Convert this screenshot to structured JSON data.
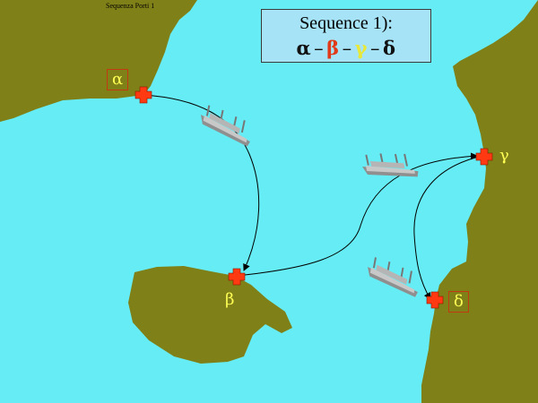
{
  "header_note": "Sequenza Porti 1",
  "title": {
    "line1": "Sequence 1):",
    "sequence": [
      "α",
      "β",
      "γ",
      "δ"
    ],
    "separator": "–"
  },
  "ports": [
    {
      "id": "alpha",
      "symbol": "α",
      "boxed": true
    },
    {
      "id": "beta",
      "symbol": "β",
      "boxed": false
    },
    {
      "id": "gamma",
      "symbol": "γ",
      "boxed": false
    },
    {
      "id": "delta",
      "symbol": "δ",
      "boxed": true
    }
  ],
  "colors": {
    "sea": "#66ecf4",
    "land": "#808018",
    "port_marker": "#ff3a12",
    "label": "#ffff55",
    "title_box": "#a6e3f6"
  },
  "route": [
    "alpha",
    "beta",
    "gamma",
    "delta"
  ]
}
